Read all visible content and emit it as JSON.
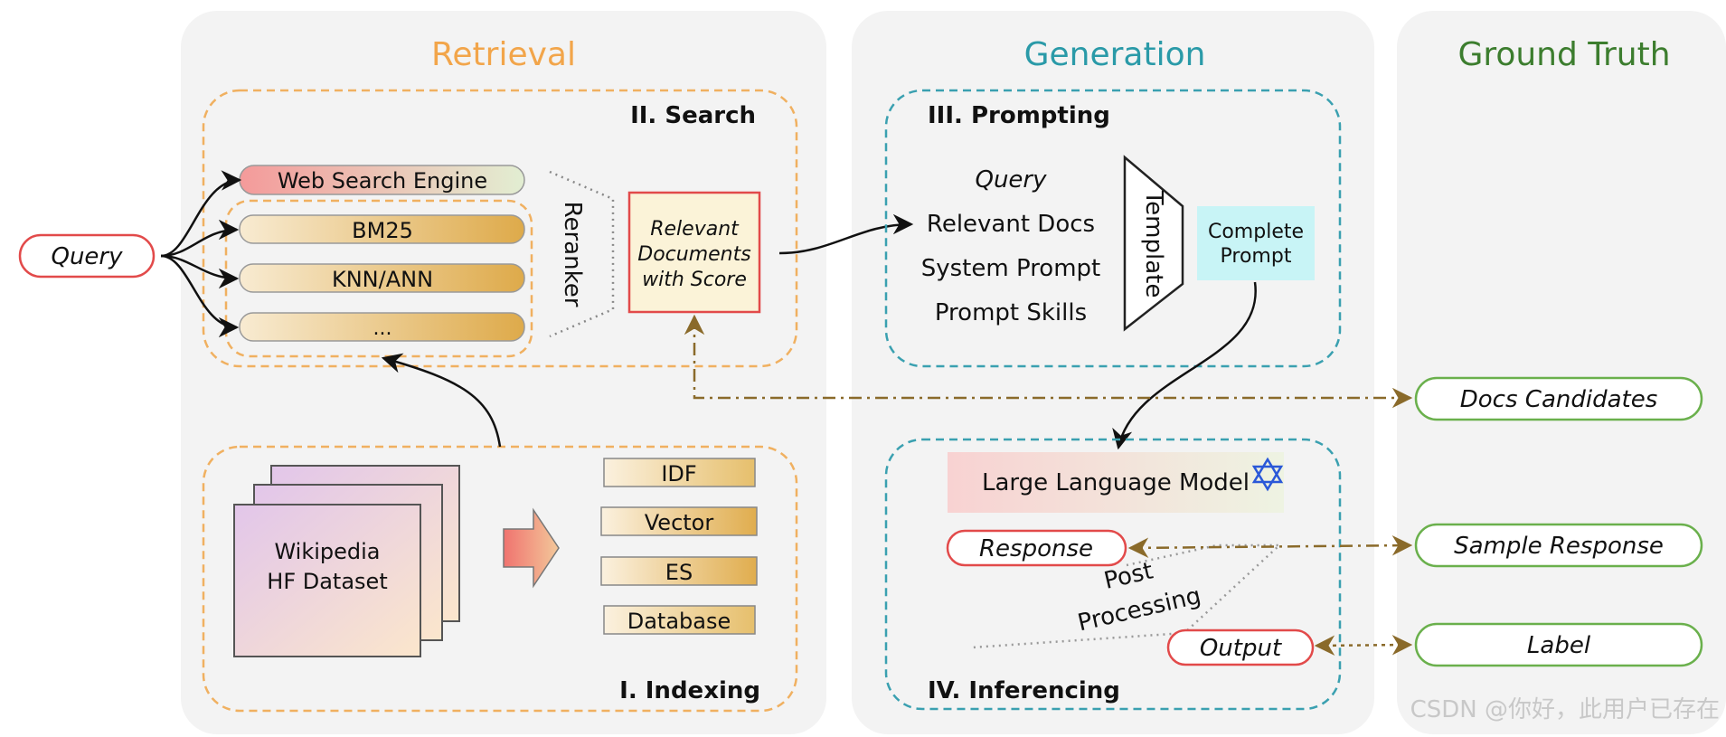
{
  "columns": {
    "retrieval": "Retrieval",
    "generation": "Generation",
    "ground_truth": "Ground Truth"
  },
  "sections": {
    "search": "II. Search",
    "indexing": "I. Indexing",
    "prompting": "III. Prompting",
    "inferencing": "IV. Inferencing"
  },
  "query": "Query",
  "search_methods": [
    "Web Search Engine",
    "BM25",
    "KNN/ANN",
    "..."
  ],
  "reranker": "Reranker",
  "relevant_docs": [
    "Relevant",
    "Documents",
    "with Score"
  ],
  "dataset": [
    "Wikipedia",
    "HF Dataset"
  ],
  "index_types": [
    "IDF",
    "Vector",
    "ES",
    "Database"
  ],
  "prompt_items": [
    "Query",
    "Relevant Docs",
    "System Prompt",
    "Prompt Skills"
  ],
  "template": "Template",
  "complete_prompt": [
    "Complete",
    "Prompt"
  ],
  "llm": "Large Language Model",
  "response": "Response",
  "post_processing": [
    "Post",
    "Processing"
  ],
  "output": "Output",
  "ground_truth_items": [
    "Docs Candidates",
    "Sample Response",
    "Label"
  ],
  "watermark": "CSDN @你好，此用户已存在",
  "colors": {
    "retrieval_title": "#f2a54a",
    "generation_title": "#2a9aa8",
    "ground_truth_title": "#3c7d2e",
    "dashed_orange": "#f0b060",
    "dashed_teal": "#3aa0b0",
    "red_outline": "#e24a4a",
    "green_outline": "#6ab04c",
    "dashdot_brown": "#8a6a2a"
  }
}
